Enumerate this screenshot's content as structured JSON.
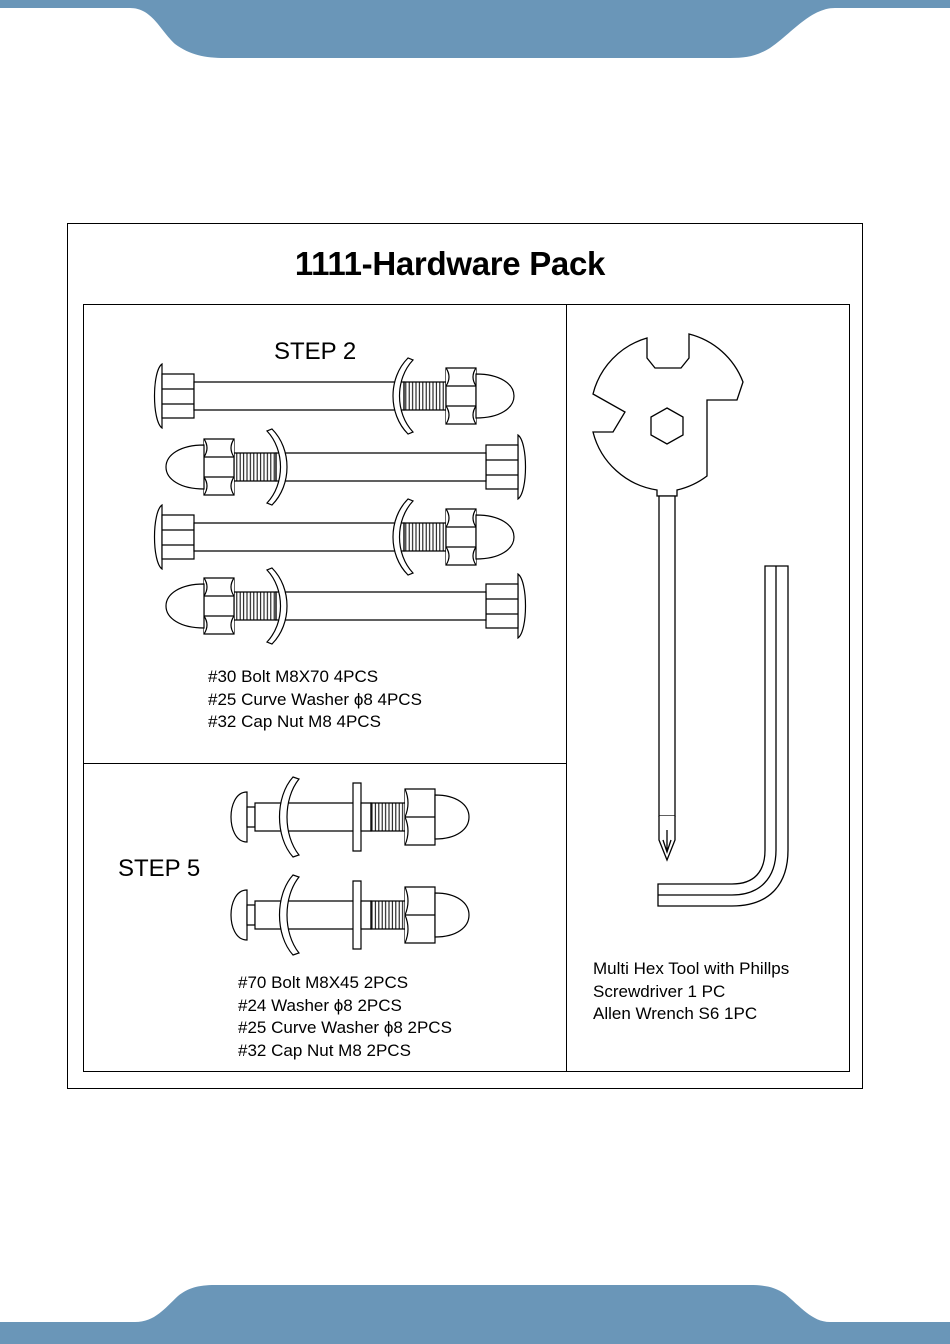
{
  "page": {
    "title": "1111-Hardware Pack",
    "band_color": "#6a96b8"
  },
  "step2": {
    "label": "STEP 2",
    "items": [
      "#30 Bolt M8X70 4PCS",
      "#25 Curve Washer ϕ8 4PCS",
      "#32 Cap Nut M8 4PCS"
    ]
  },
  "step5": {
    "label": "STEP 5",
    "items": [
      "#70 Bolt M8X45 2PCS",
      "#24 Washer ϕ8 2PCS",
      "#25 Curve Washer ϕ8 2PCS",
      "#32 Cap Nut M8 2PCS"
    ]
  },
  "tools": {
    "items": [
      "Multi Hex Tool with Phillps",
      "Screwdriver 1 PC",
      "Allen Wrench S6 1PC"
    ]
  }
}
